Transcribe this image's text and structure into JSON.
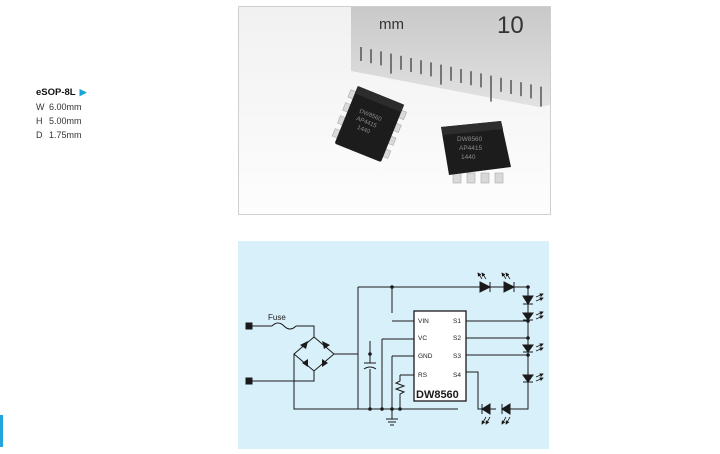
{
  "package": {
    "name": "eSOP-8L",
    "dims": [
      {
        "axis": "W",
        "value": "6.00",
        "unit": "mm"
      },
      {
        "axis": "H",
        "value": "5.00",
        "unit": "mm"
      },
      {
        "axis": "D",
        "value": "1.75",
        "unit": "mm"
      }
    ]
  },
  "photo": {
    "ruler_unit": "mm",
    "ruler_mark": "10",
    "chip_left_marking": [
      "DW8560",
      "AP4415",
      "1440"
    ],
    "chip_right_marking": [
      "DW8560",
      "AP4415",
      "1440"
    ]
  },
  "schematic": {
    "fuse_label": "Fuse",
    "ic_name": "DW8560",
    "pins_left": [
      "VIN",
      "VC",
      "GND",
      "RS"
    ],
    "pins_right": [
      "S1",
      "S2",
      "S3",
      "S4"
    ]
  },
  "colors": {
    "accent": "#1aa3d9",
    "schematic_bg": "#d8f0fa",
    "wire": "#1a1a1a"
  }
}
